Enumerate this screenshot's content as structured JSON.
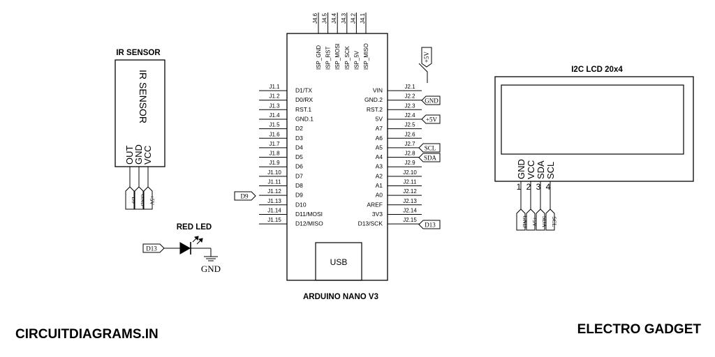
{
  "arduino": {
    "label": "ARDUINO NANO V3",
    "usb": "USB",
    "isp_headers": [
      "J4.6",
      "J4.5",
      "J4.4",
      "J4.3",
      "J4.2",
      "J4.1"
    ],
    "isp_pins": [
      "ISP_GND",
      "ISP_RST",
      "ISP_MOSI",
      "ISP_SCK",
      "ISP_5V",
      "ISP_MISO"
    ],
    "left_headers": [
      "J1.1",
      "J1.2",
      "J1.3",
      "J1.4",
      "J1.5",
      "J1.6",
      "J1.7",
      "J1.8",
      "J1.9",
      "J1.10",
      "J1.11",
      "J1.12",
      "J1.13",
      "J1.14",
      "J1.15"
    ],
    "left_pins": [
      "D1/TX",
      "D0/RX",
      "RST.1",
      "GND.1",
      "D2",
      "D3",
      "D4",
      "D5",
      "D6",
      "D7",
      "D8",
      "D9",
      "D10",
      "D11/MOSI",
      "D12/MISO"
    ],
    "right_headers": [
      "J2.1",
      "J2.2",
      "J2.3",
      "J2.4",
      "J2.5",
      "J2.6",
      "J2.7",
      "J2.8",
      "J2.9",
      "J2.10",
      "J2.11",
      "J2.12",
      "J2.13",
      "J2.14",
      "J2.15"
    ],
    "right_pins": [
      "VIN",
      "GND.2",
      "RST.2",
      "5V",
      "A7",
      "A6",
      "A5",
      "A4",
      "A3",
      "A2",
      "A1",
      "A0",
      "AREF",
      "3V3",
      "D13/SCK"
    ]
  },
  "net_labels": {
    "vin_5v": "+5V",
    "gnd_j2_2": "GND",
    "plus5v_j2_4": "+5V",
    "scl": "SCL",
    "sda": "SDA",
    "d13_right": "D13",
    "d9_left": "D9"
  },
  "ir_sensor": {
    "title": "IR SENSOR",
    "body_text": "IR SENSOR",
    "pins": [
      "OUT",
      "GND",
      "VCC"
    ],
    "nets": [
      "D9",
      "GND",
      "+5V"
    ]
  },
  "led": {
    "title": "RED LED",
    "net_in": "D13",
    "gnd": "GND"
  },
  "lcd": {
    "title": "I2C LCD 20x4",
    "pins": [
      "GND",
      "VCC",
      "SDA",
      "SCL"
    ],
    "pin_numbers": [
      "1",
      "2",
      "3",
      "4"
    ],
    "nets": [
      "GND",
      "+5V",
      "SDA",
      "SCL"
    ]
  },
  "footer": {
    "left": "CIRCUITDIAGRAMS.IN",
    "right": "ELECTRO GADGET"
  }
}
